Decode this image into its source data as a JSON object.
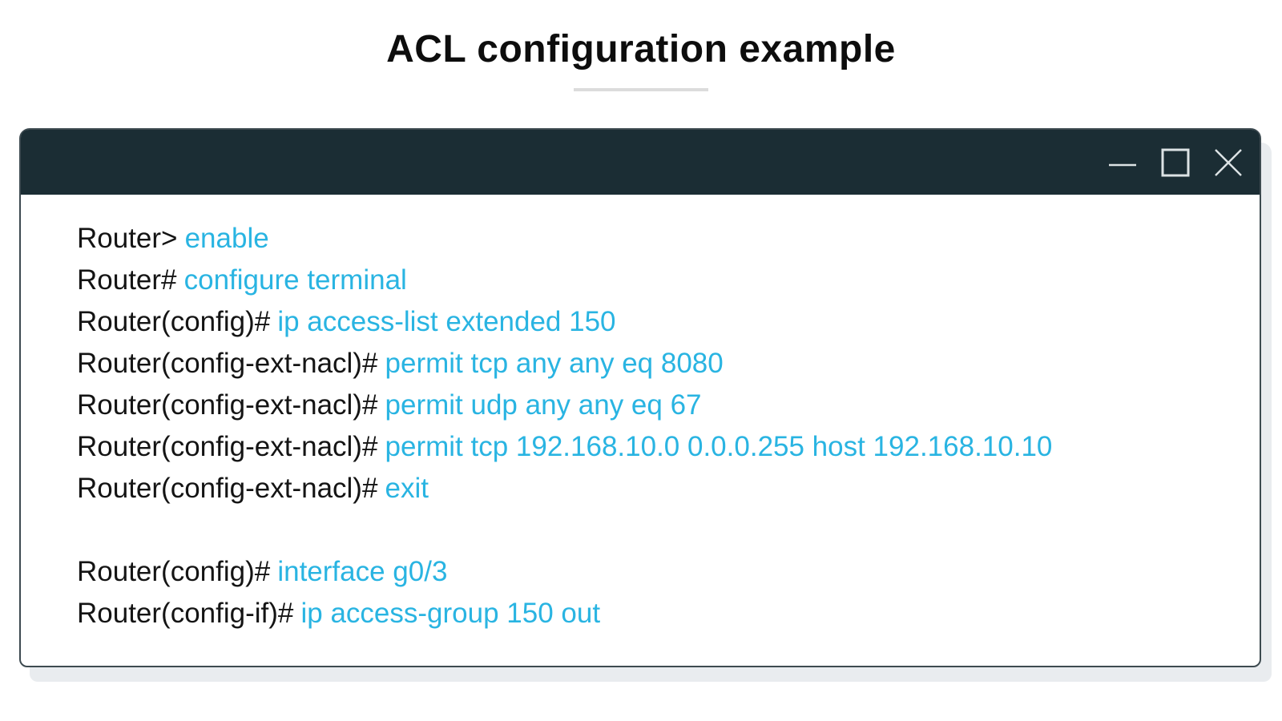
{
  "page": {
    "title": "ACL configuration example"
  },
  "colors": {
    "accent": "#29b4e2",
    "titlebar_bg": "#1b2d34",
    "prompt_text": "#141414",
    "divider": "#dcdcdc",
    "window_shadow": "#e9ecef",
    "window_border": "#3d4a50",
    "control_icon": "#dde3e5"
  },
  "window": {
    "controls": [
      {
        "name": "minimize",
        "icon": "minimize-icon"
      },
      {
        "name": "maximize",
        "icon": "maximize-icon"
      },
      {
        "name": "close",
        "icon": "close-icon"
      }
    ],
    "terminal": {
      "lines": [
        {
          "prompt": "Router>",
          "command": "enable"
        },
        {
          "prompt": "Router#",
          "command": "configure terminal"
        },
        {
          "prompt": "Router(config)#",
          "command": "ip access-list extended 150"
        },
        {
          "prompt": "Router(config-ext-nacl)#",
          "command": "permit tcp any any eq 8080"
        },
        {
          "prompt": "Router(config-ext-nacl)#",
          "command": "permit udp any any eq 67"
        },
        {
          "prompt": "Router(config-ext-nacl)#",
          "command": "permit tcp 192.168.10.0 0.0.0.255 host 192.168.10.10"
        },
        {
          "prompt": "Router(config-ext-nacl)#",
          "command": "exit"
        },
        {
          "blank": true
        },
        {
          "prompt": "Router(config)#",
          "command": "interface g0/3"
        },
        {
          "prompt": "Router(config-if)#",
          "command": "ip access-group 150 out"
        }
      ]
    }
  }
}
